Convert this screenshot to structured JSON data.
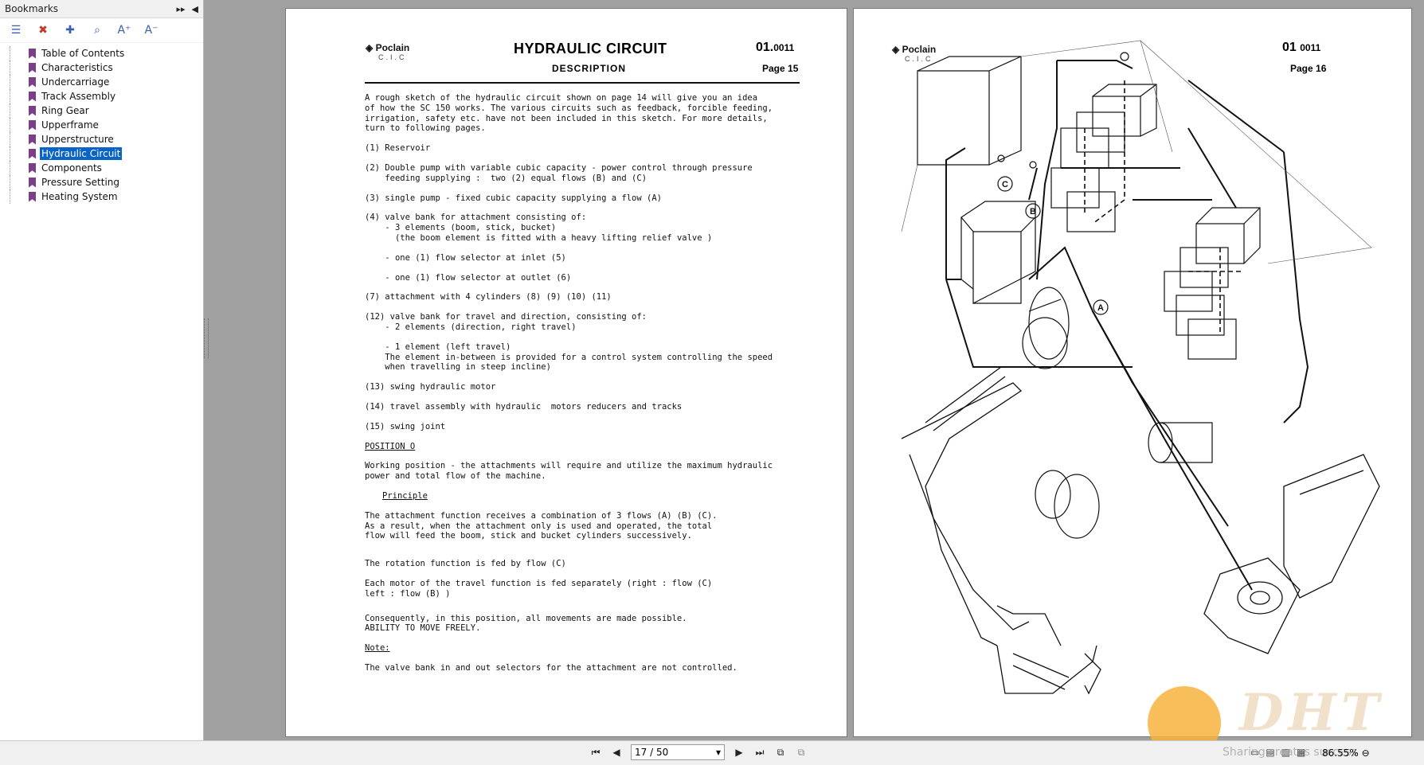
{
  "sidebar": {
    "title": "Bookmarks",
    "items": [
      {
        "label": "Table of Contents"
      },
      {
        "label": "Characteristics"
      },
      {
        "label": "Undercarriage"
      },
      {
        "label": "Track Assembly"
      },
      {
        "label": "Ring Gear"
      },
      {
        "label": "Upperframe"
      },
      {
        "label": "Upperstructure"
      },
      {
        "label": "Hydraulic Circuit"
      },
      {
        "label": "Components"
      },
      {
        "label": "Pressure Setting"
      },
      {
        "label": "Heating System"
      }
    ]
  },
  "page15": {
    "logo": "Poclain",
    "logo_sub": "C.I.C",
    "title": "HYDRAULIC CIRCUIT",
    "subtitle": "DESCRIPTION",
    "docnum": "01.",
    "docnum_suffix": "0011",
    "page_label": "Page 15",
    "paragraphs": [
      "A rough sketch of the hydraulic circuit shown on page 14 will give you an idea\nof how the SC 150 works. The various circuits such as feedback, forcible feeding,\nirrigation, safety etc. have not been included in this sketch. For more details,\nturn to following pages.",
      "(1) Reservoir",
      "(2) Double pump with variable cubic capacity - power control through pressure\n    feeding supplying :  two (2) equal flows (B) and (C)",
      "(3) single pump - fixed cubic capacity supplying a flow (A)",
      "(4) valve bank for attachment consisting of:\n    - 3 elements (boom, stick, bucket)\n      (the boom element is fitted with a heavy lifting relief valve )",
      "    - one (1) flow selector at inlet (5)",
      "    - one (1) flow selector at outlet (6)",
      "(7) attachment with 4 cylinders (8) (9) (10) (11)",
      "(12) valve bank for travel and direction, consisting of:\n    - 2 elements (direction, right travel)",
      "    - 1 element (left travel)\n    The element in-between is provided for a control system controlling the speed\n    when travelling in steep incline)",
      "(13) swing hydraulic motor",
      "(14) travel assembly with hydraulic  motors reducers and tracks",
      "(15) swing joint"
    ],
    "position_heading": "POSITION O",
    "working": "Working position - the attachments will require and utilize the maximum hydraulic\npower and total flow of the machine.",
    "principle": "Principle",
    "principle_text": "The attachment function receives a combination of 3 flows (A) (B) (C).\nAs a result, when the attachment only is used and operated, the total\nflow will feed the boom, stick and bucket cylinders successively.",
    "rotation": "The rotation function is fed by flow (C)",
    "travel": "Each motor of the travel function is fed separately (right : flow (C)\nleft : flow (B) )",
    "conseq": "Consequently, in this position, all movements are made possible.\nABILITY TO MOVE FREELY.",
    "note_label": "Note:",
    "note": "The valve bank in and out selectors for the attachment are not controlled."
  },
  "page16": {
    "logo": "Poclain",
    "logo_sub": "C.I.C",
    "docnum": "01",
    "docnum_suffix": "0011",
    "page_label": "Page 16",
    "labels": [
      "C",
      "B",
      "A"
    ]
  },
  "bottombar": {
    "page_value": "17 / 50",
    "zoom": "86.55%"
  },
  "watermark": {
    "text": "DHT",
    "tagline": "Sharing creates success"
  }
}
